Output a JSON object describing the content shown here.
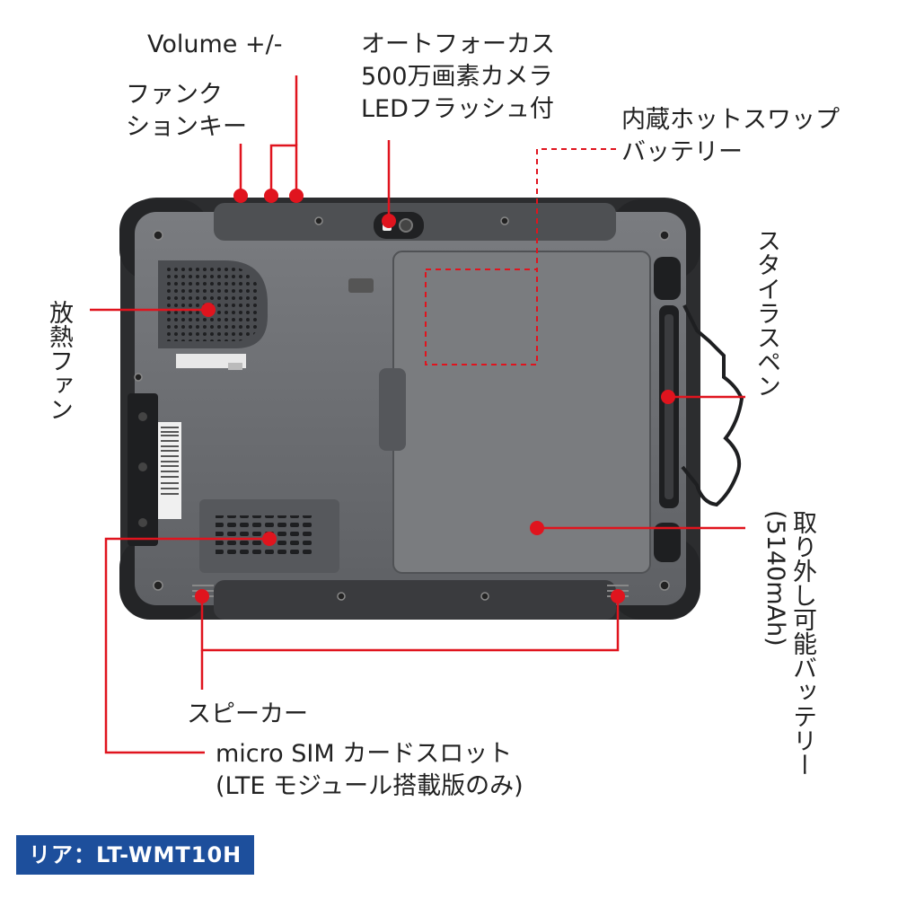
{
  "colors": {
    "callout": "#e0141e",
    "badge_bg": "#1d4f9c",
    "badge_text": "#ffffff",
    "device_body": "#6b6d70",
    "bumper": "#2c2d2f",
    "battery_cover": "#7a7c7f"
  },
  "labels": {
    "volume": "Volume +/-",
    "function_key": [
      "ファンク",
      "ションキー"
    ],
    "camera": [
      "オートフォーカス",
      "500万画素カメラ",
      "LEDフラッシュ付"
    ],
    "hotswap_battery": [
      "内蔵ホットスワップ",
      "バッテリー"
    ],
    "stylus": "スタイラスペン",
    "removable_battery": [
      "取り外し可能バッテリー",
      "(5140mAh)"
    ],
    "fan": "放熱ファン",
    "speaker": "スピーカー",
    "sim_slot": [
      "micro SIM カードスロット",
      "(LTE モジュール搭載版のみ)"
    ]
  },
  "icons": [
    "speaker-grille-icon",
    "fan-vent-icon",
    "camera-lens-icon",
    "stylus-pen-icon"
  ],
  "model_badge": "リア：LT-WMT10H"
}
